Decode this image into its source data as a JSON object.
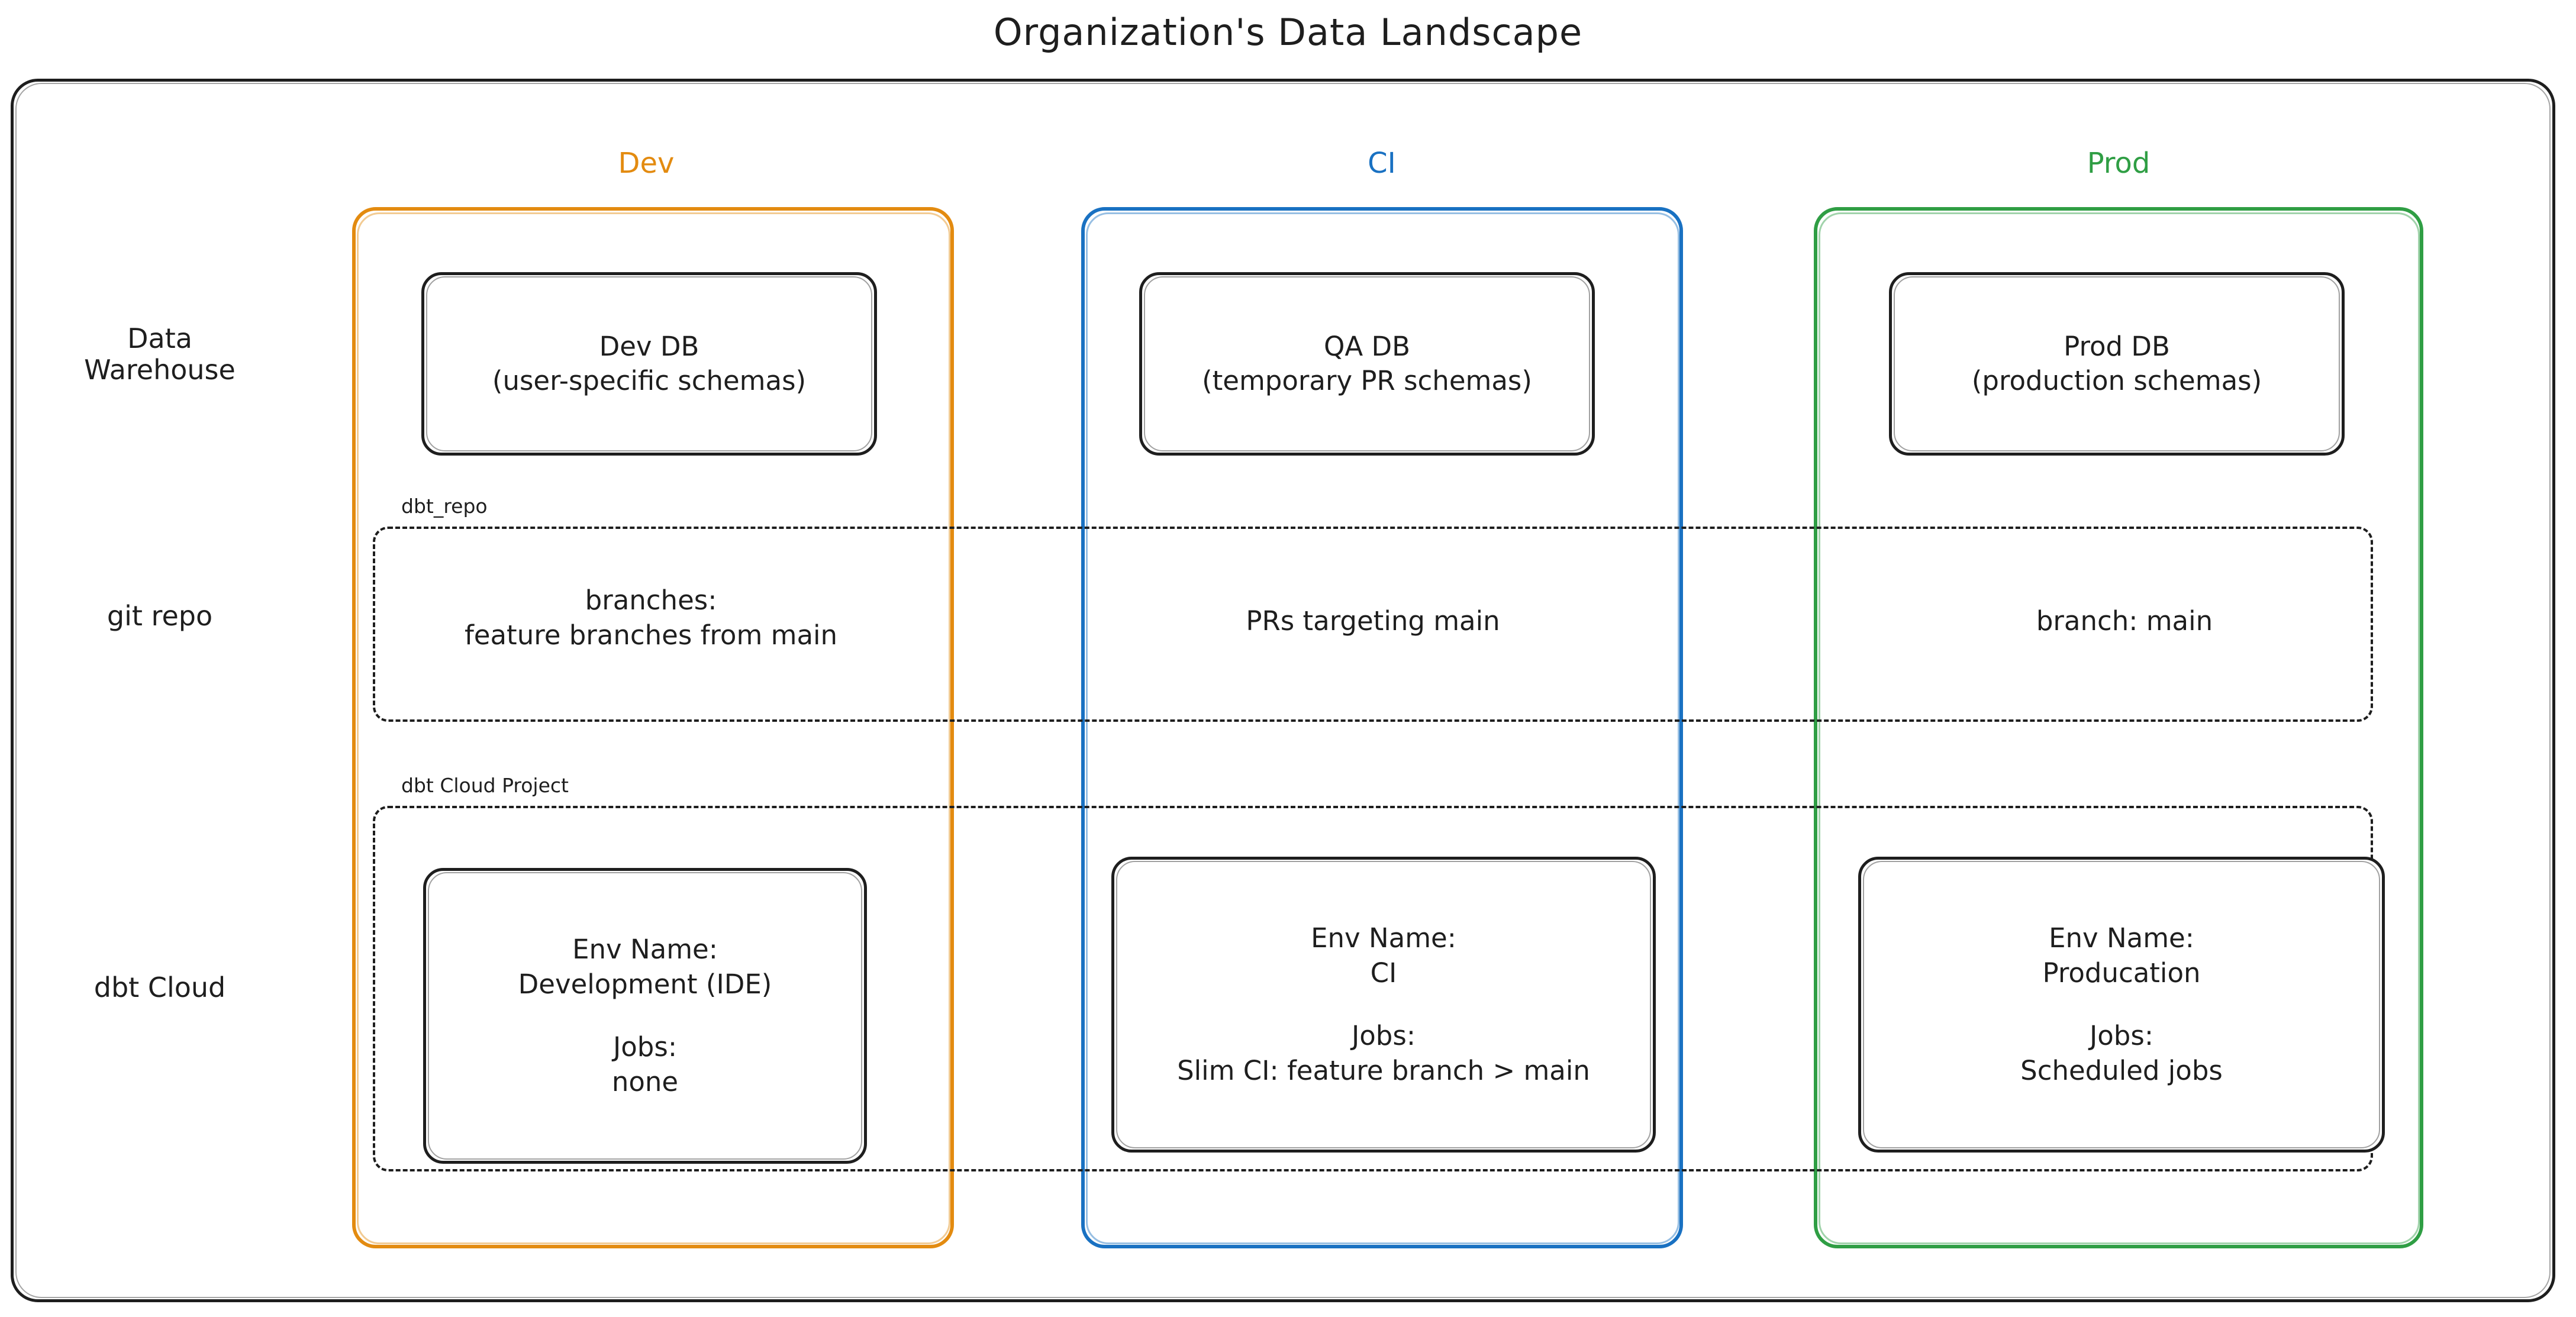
{
  "title": "Organization's Data Landscape",
  "colors": {
    "dev": "#e38b10",
    "ci": "#1971c2",
    "prod": "#2f9e44",
    "stroke": "#1e1e1e",
    "background": "#ffffff"
  },
  "columns": [
    {
      "key": "dev",
      "label": "Dev"
    },
    {
      "key": "ci",
      "label": "CI"
    },
    {
      "key": "prod",
      "label": "Prod"
    }
  ],
  "rows": [
    {
      "key": "warehouse",
      "label_line1": "Data",
      "label_line2": "Warehouse"
    },
    {
      "key": "git",
      "label_line1": "git repo",
      "label_line2": ""
    },
    {
      "key": "dbtcloud",
      "label_line1": "dbt Cloud",
      "label_line2": ""
    }
  ],
  "groups": {
    "git_repo": {
      "label": "dbt_repo"
    },
    "dbt_cloud_project": {
      "label": "dbt Cloud Project"
    }
  },
  "warehouse": {
    "dev": {
      "line1": "Dev DB",
      "line2": "(user-specific schemas)"
    },
    "ci": {
      "line1": "QA DB",
      "line2": "(temporary PR schemas)"
    },
    "prod": {
      "line1": "Prod DB",
      "line2": "(production schemas)"
    }
  },
  "git_repo": {
    "dev": {
      "line1": "branches:",
      "line2": "feature branches from main"
    },
    "ci": {
      "line1": "PRs targeting main",
      "line2": ""
    },
    "prod": {
      "line1": "branch: main",
      "line2": ""
    }
  },
  "dbt_cloud": {
    "dev": {
      "env_label": "Env Name:",
      "env_value": "Development (IDE)",
      "jobs_label": "Jobs:",
      "jobs_value": "none"
    },
    "ci": {
      "env_label": "Env Name:",
      "env_value": "CI",
      "jobs_label": "Jobs:",
      "jobs_value": "Slim CI: feature branch > main"
    },
    "prod": {
      "env_label": "Env Name:",
      "env_value": "Producation",
      "jobs_label": "Jobs:",
      "jobs_value": "Scheduled jobs"
    }
  }
}
